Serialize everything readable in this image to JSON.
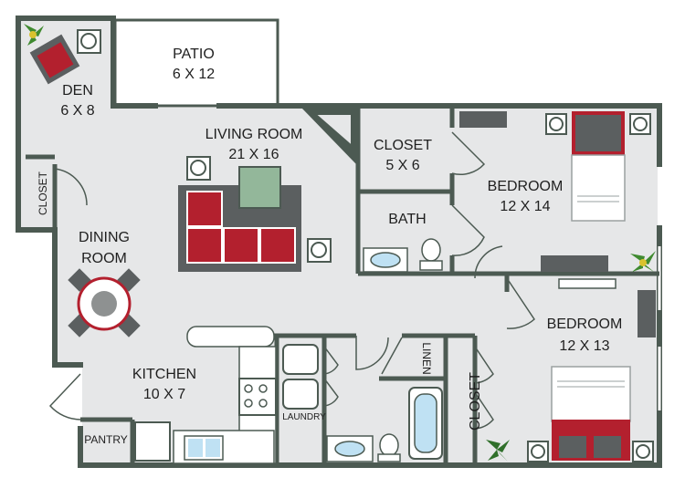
{
  "rooms": {
    "patio": {
      "name": "PATIO",
      "size": "6 X 12"
    },
    "den": {
      "name": "DEN",
      "size": "6 X 8"
    },
    "living_room": {
      "name": "LIVING ROOM",
      "size": "21 X 16"
    },
    "closet_a": {
      "name": "CLOSET",
      "size": "5 X 6"
    },
    "bedroom_1": {
      "name": "BEDROOM",
      "size": "12 X 14"
    },
    "bath": {
      "name": "BATH"
    },
    "dining_room": {
      "line1": "DINING",
      "line2": "ROOM"
    },
    "bedroom_2": {
      "name": "BEDROOM",
      "size": "12 X 13"
    },
    "kitchen": {
      "name": "KITCHEN",
      "size": "10 X 7"
    }
  },
  "labels": {
    "closet_left": "CLOSET",
    "closet_right": "CLOSET",
    "linen": "LINEN",
    "laundry": "LAUNDRY",
    "pantry": "PANTRY"
  },
  "colors": {
    "wall": "#4c5a52",
    "floor": "#e6e7e8",
    "furniture_red": "#b3202e",
    "furniture_dark": "#5b5f60",
    "rug": "#93b79a",
    "plant": "#3f8a2f"
  }
}
